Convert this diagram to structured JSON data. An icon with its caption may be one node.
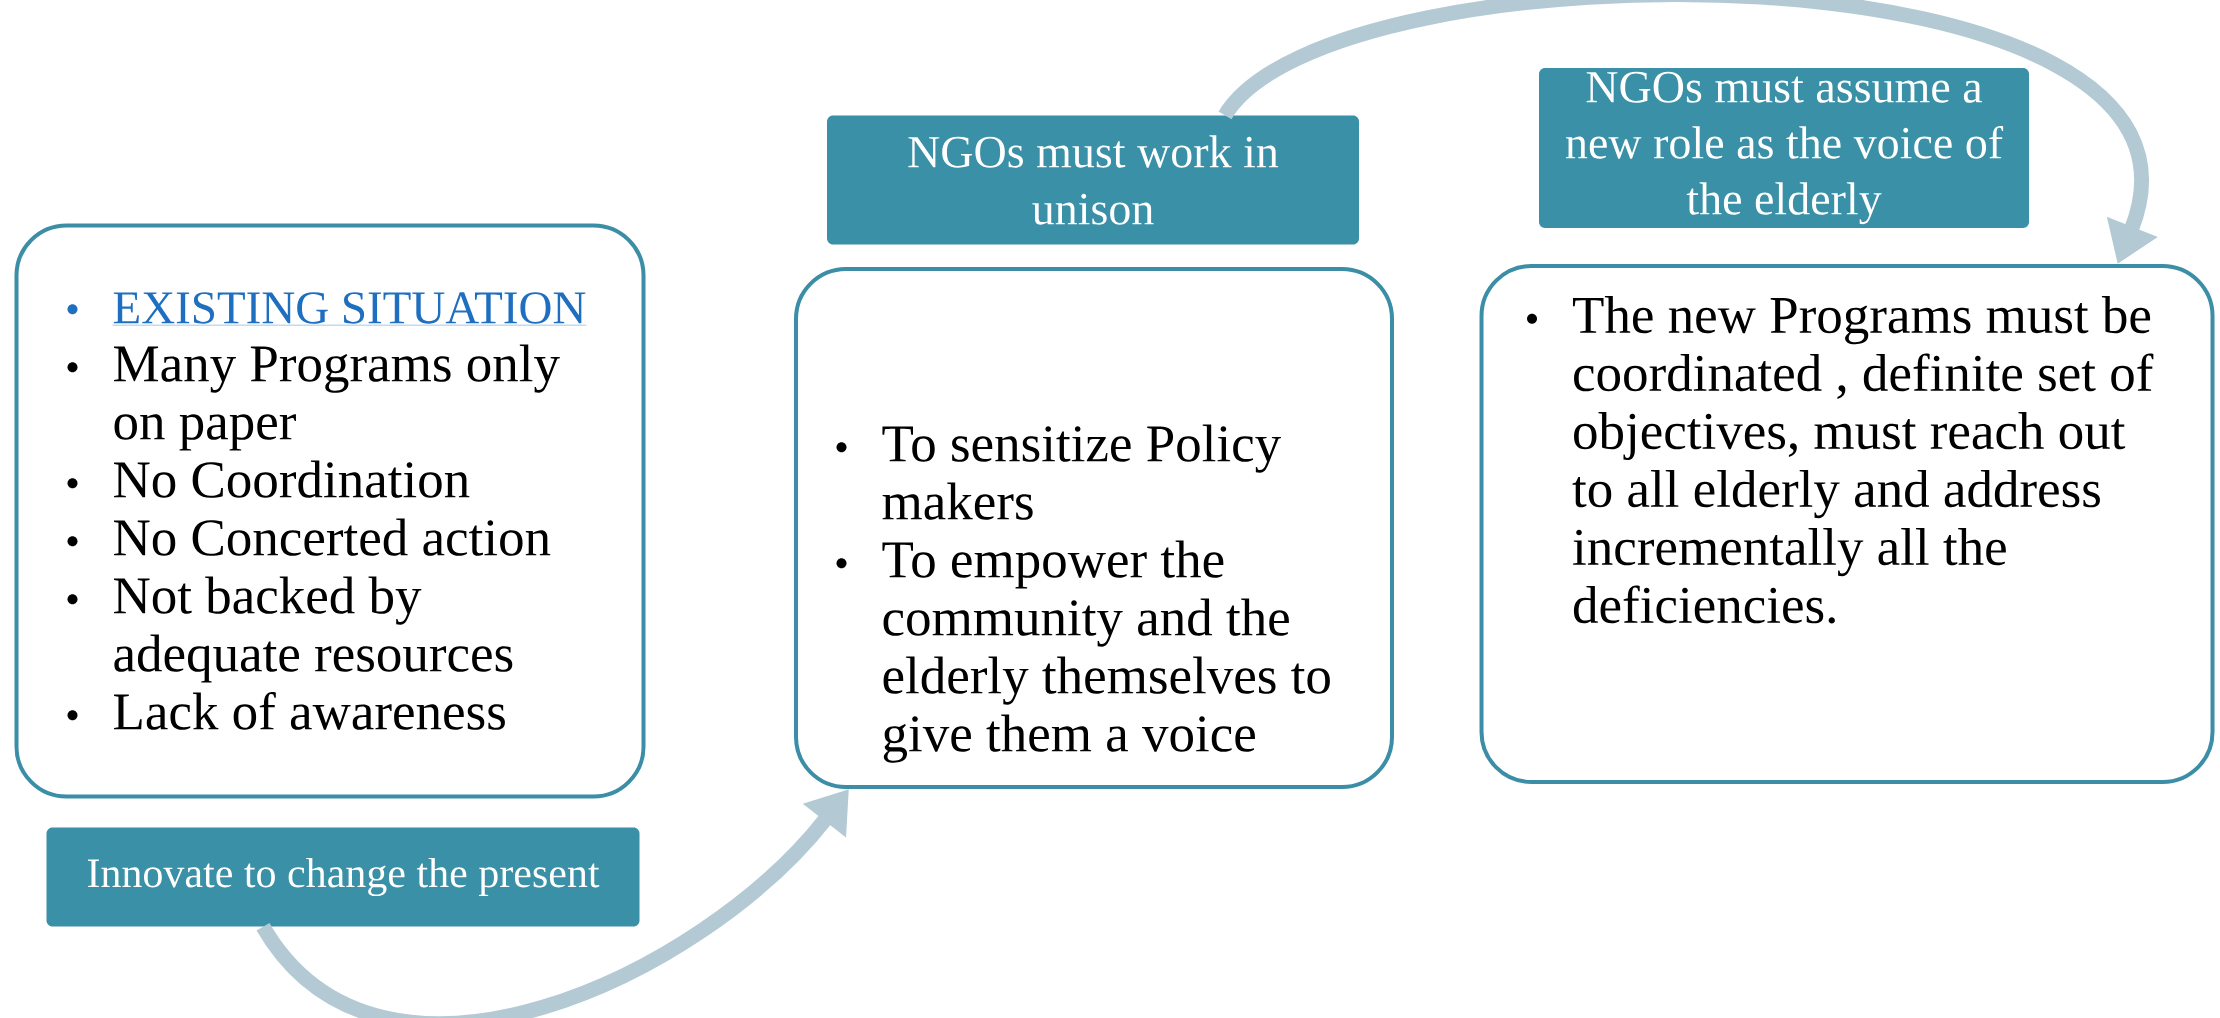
{
  "diagram": {
    "nodes": [
      {
        "text": [
          "EXISTING SITUATION",
          "Many Programs only on paper",
          "No Coordination",
          "No Concerted action",
          "Not backed by adequate resources",
          "Lack of awareness"
        ]
      },
      {
        "text": [
          "Innovate to change the present"
        ]
      },
      {
        "text": [
          "NGOs must work in unison"
        ]
      },
      {
        "text": [
          "To sensitize Policy makers",
          "To empower the community and the elderly themselves to give them a voice"
        ]
      },
      {
        "text": [
          "NGOs must assume a new role as the voice of the elderly"
        ]
      },
      {
        "text": [
          "The new Programs must be coordinated , definite set of objectives, must reach out to all elderly and address incrementally all the deficiencies."
        ]
      }
    ],
    "edges": [
      {
        "from": 1,
        "to": 3,
        "arrow": "to"
      },
      {
        "from": 2,
        "to": 5,
        "arrow": "to"
      }
    ]
  }
}
